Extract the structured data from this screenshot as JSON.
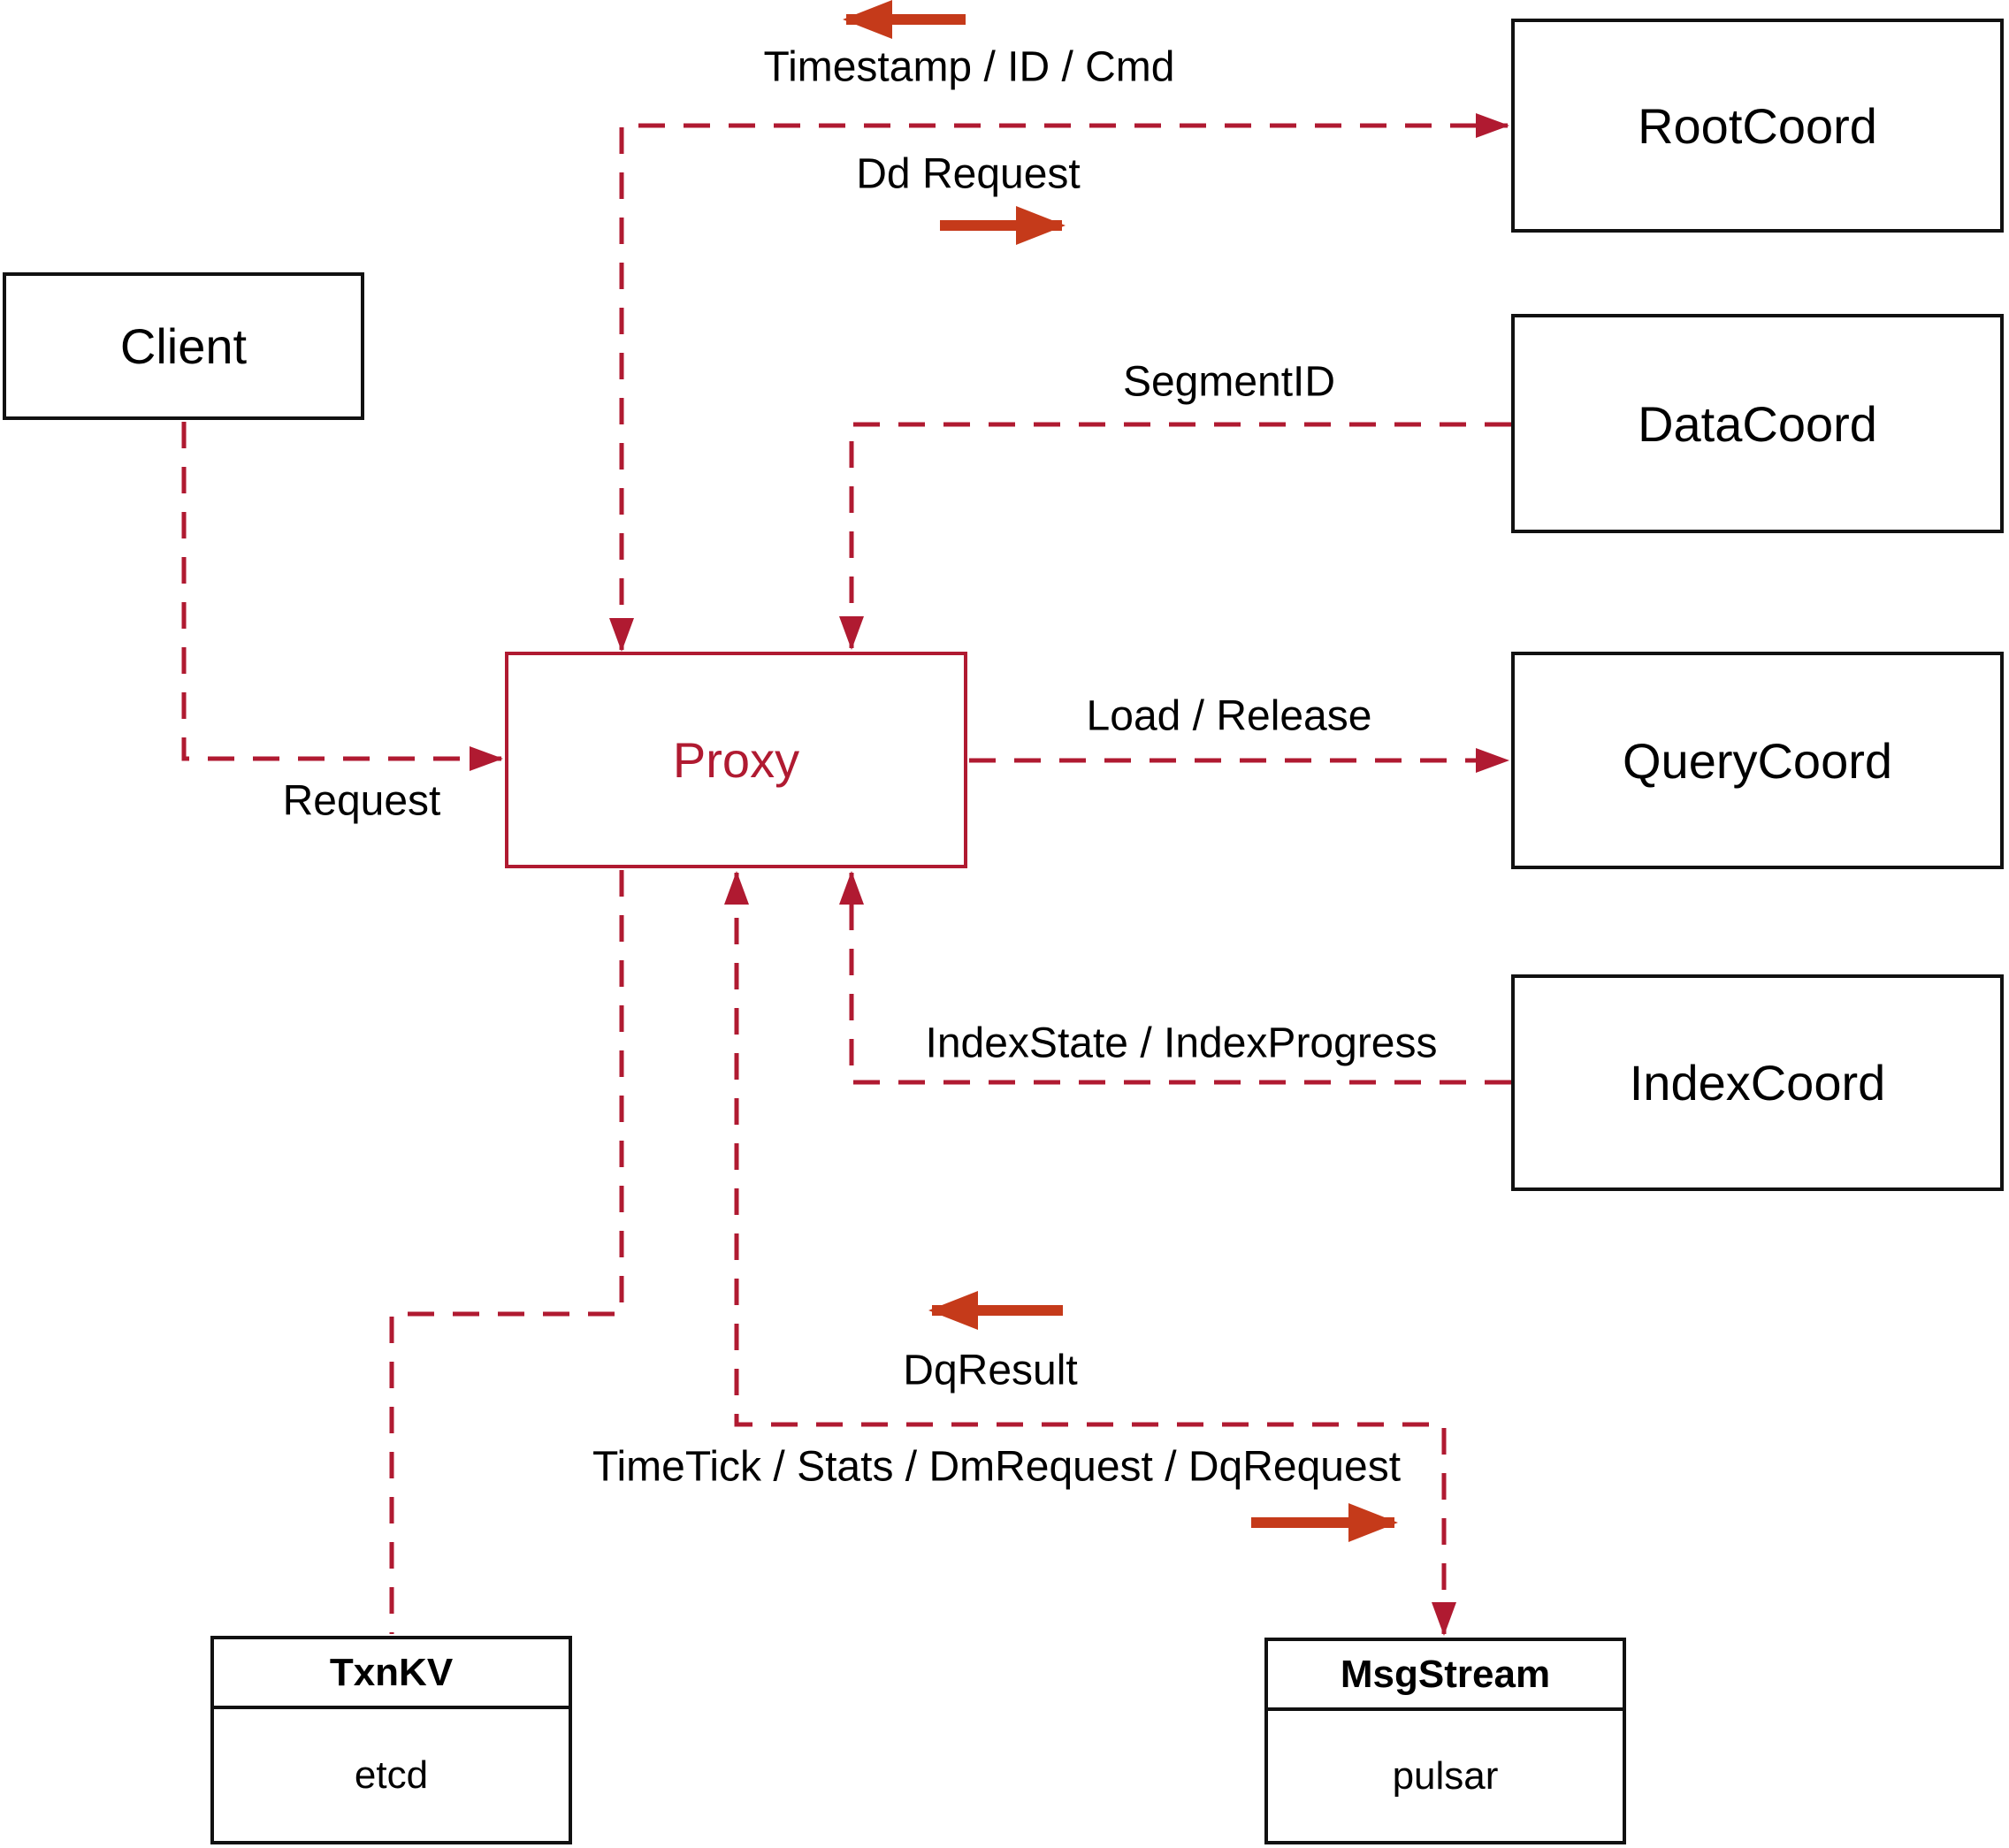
{
  "diagram": {
    "colors": {
      "background": "#ffffff",
      "node_border": "#111111",
      "text": "#000000",
      "dashed_red": "#b01a31",
      "solid_red": "#c53a1a",
      "proxy_red": "#b01a31"
    },
    "nodes": {
      "client": {
        "label": "Client"
      },
      "proxy": {
        "label": "Proxy"
      },
      "rootcoord": {
        "label": "RootCoord"
      },
      "datacoord": {
        "label": "DataCoord"
      },
      "querycoord": {
        "label": "QueryCoord"
      },
      "indexcoord": {
        "label": "IndexCoord"
      },
      "txnkv": {
        "title": "TxnKV",
        "subtitle": "etcd"
      },
      "msgstream": {
        "title": "MsgStream",
        "subtitle": "pulsar"
      }
    },
    "edge_labels": {
      "timestamp": "Timestamp / ID / Cmd",
      "dd_request": "Dd Request",
      "segment_id": "SegmentID",
      "request": "Request",
      "load_release": "Load / Release",
      "index_state": "IndexState / IndexProgress",
      "dq_result": "DqResult",
      "timetick": "TimeTick / Stats / DmRequest / DqRequest"
    }
  }
}
